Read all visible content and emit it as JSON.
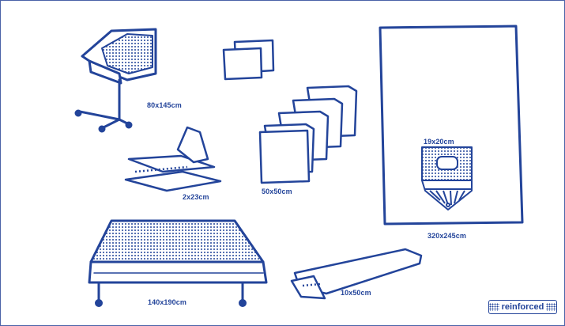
{
  "colors": {
    "ink": "#23449a",
    "border": "#4a62a8",
    "background": "#ffffff"
  },
  "items": [
    {
      "id": "tray-cover",
      "icon": "instrument-tray-stand-icon",
      "size": "80x145cm"
    },
    {
      "id": "towels",
      "icon": "hand-towels-icon",
      "size": ""
    },
    {
      "id": "tape-strips",
      "icon": "adhesive-tape-strips-icon",
      "size": "2x23cm"
    },
    {
      "id": "drape-stack",
      "icon": "drape-stack-icon",
      "size": "50x50cm"
    },
    {
      "id": "large-drape",
      "icon": "large-drape-icon",
      "size": "320x245cm"
    },
    {
      "id": "fenestration",
      "icon": "fenestration-pouch-icon",
      "size": "19x20cm"
    },
    {
      "id": "table-cover",
      "icon": "back-table-cover-icon",
      "size": "140x190cm"
    },
    {
      "id": "drape-strip",
      "icon": "adhesive-strip-icon",
      "size": "10x50cm"
    }
  ],
  "legend": {
    "label": "reinforced",
    "icon": "reinforced-pattern-icon"
  }
}
